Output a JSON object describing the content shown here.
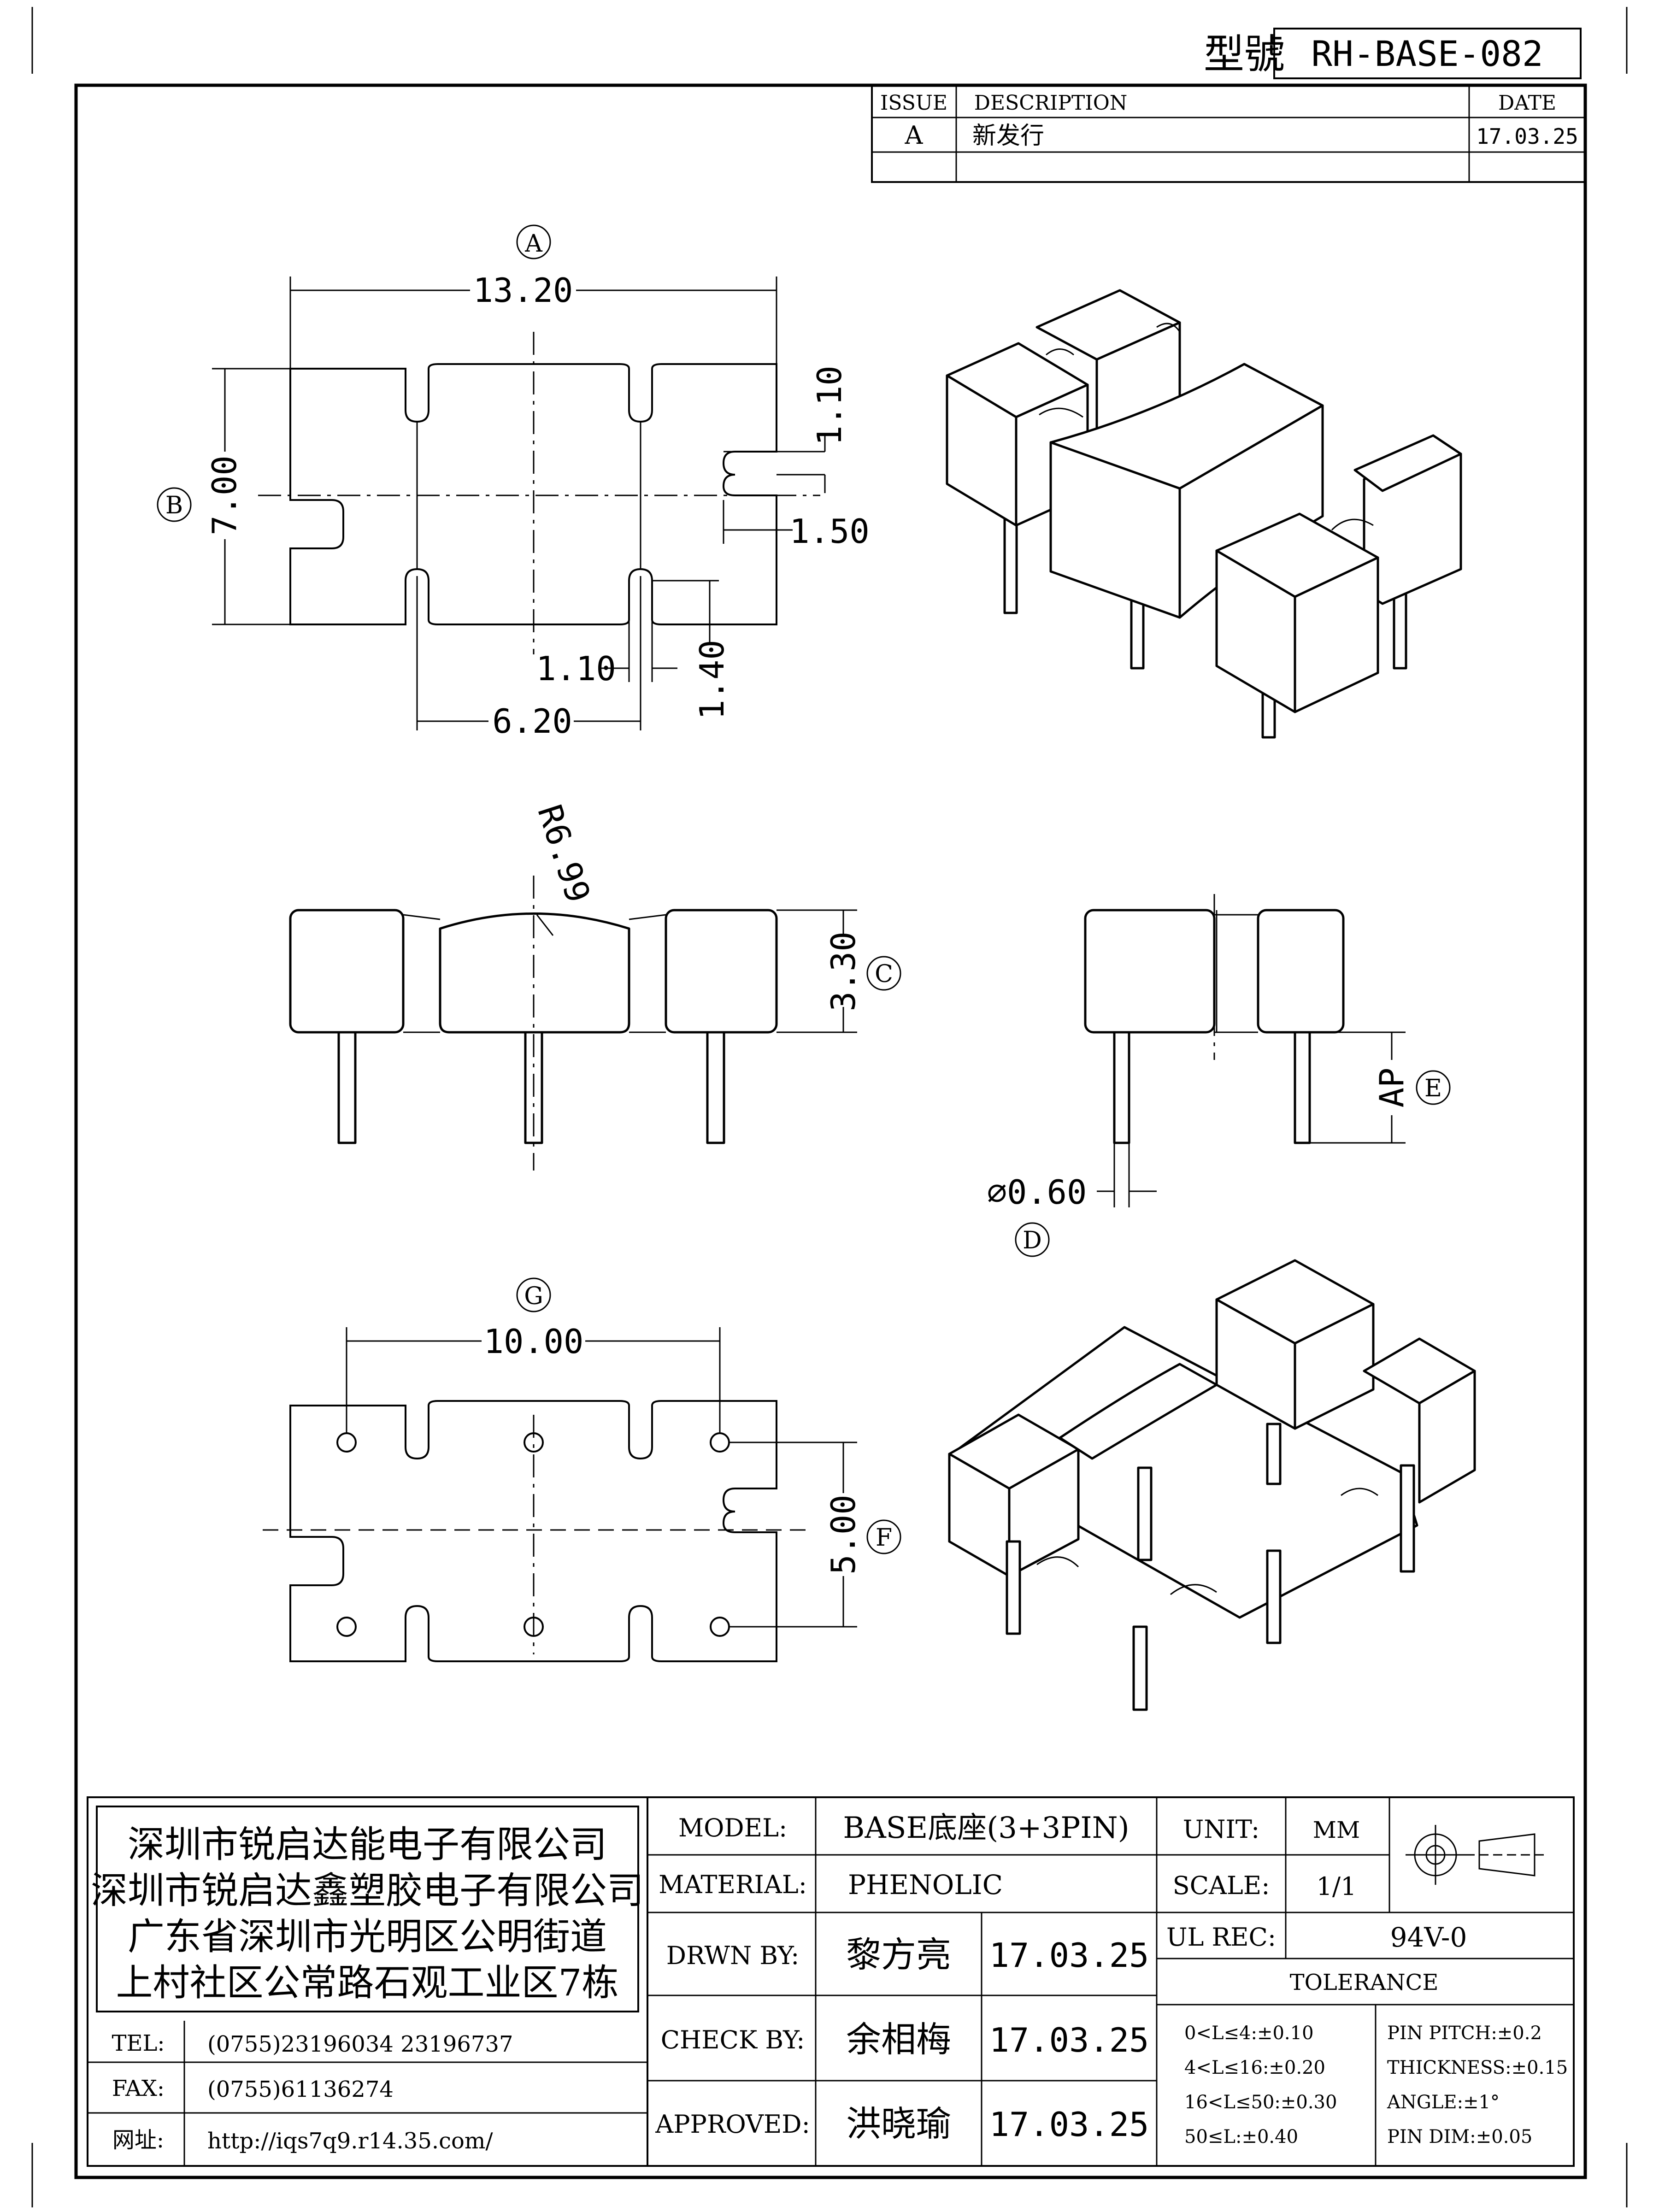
{
  "title_block": {
    "model_no_label": "型號",
    "model_no": "RH-BASE-082"
  },
  "revision": {
    "headers": [
      "ISSUE",
      "DESCRIPTION",
      "DATE"
    ],
    "rows": [
      {
        "issue": "A",
        "description": "新发行",
        "date": "17.03.25"
      }
    ]
  },
  "views": {
    "top": {
      "label_a": "A",
      "label_b": "B",
      "dim_width": "13.20",
      "dim_height": "7.00",
      "dim_notch_w": "1.10",
      "dim_notch_d": "1.50",
      "dim_slot_w": "1.10",
      "dim_slot_d": "1.40",
      "dim_span": "6.20"
    },
    "front": {
      "radius": "R6.99",
      "height": "3.30",
      "label_c": "C"
    },
    "side": {
      "pin_dia": "⌀0.60",
      "label_d": "D",
      "ap": "AP",
      "label_e": "E"
    },
    "bottom": {
      "label_g": "G",
      "pitch_x": "10.00",
      "pitch_y": "5.00",
      "label_f": "F"
    }
  },
  "company": {
    "lines": [
      "深圳市锐启达能电子有限公司",
      "深圳市锐启达鑫塑胶电子有限公司",
      "广东省深圳市光明区公明街道",
      "上村社区公常路石观工业区7栋"
    ],
    "contacts": [
      {
        "label": "TEL:",
        "value": "(0755)23196034   23196737"
      },
      {
        "label": "FAX:",
        "value": "(0755)61136274"
      },
      {
        "label": "网址:",
        "value": "http://iqs7q9.r14.35.com/"
      }
    ]
  },
  "info": {
    "model_label": "MODEL:",
    "model_value": "BASE底座(3+3PIN)",
    "material_label": "MATERIAL:",
    "material_value": "PHENOLIC",
    "drawn_label": "DRWN BY:",
    "drawn_name": "黎方亮",
    "drawn_date": "17.03.25",
    "check_label": "CHECK BY:",
    "check_name": "余相梅",
    "check_date": "17.03.25",
    "approved_label": "APPROVED:",
    "approved_name": "洪晓瑜",
    "approved_date": "17.03.25",
    "unit_label": "UNIT:",
    "unit_value": "MM",
    "scale_label": "SCALE:",
    "scale_value": "1/1",
    "ul_label": "UL REC:",
    "ul_value": "94V-0",
    "tolerance_label": "TOLERANCE",
    "tol_left": [
      "0<L≤4:±0.10",
      "4<L≤16:±0.20",
      "16<L≤50:±0.30",
      "50≤L:±0.40"
    ],
    "tol_right": [
      "PIN PITCH:±0.2",
      "THICKNESS:±0.15",
      "ANGLE:±1°",
      "PIN DIM:±0.05"
    ]
  }
}
